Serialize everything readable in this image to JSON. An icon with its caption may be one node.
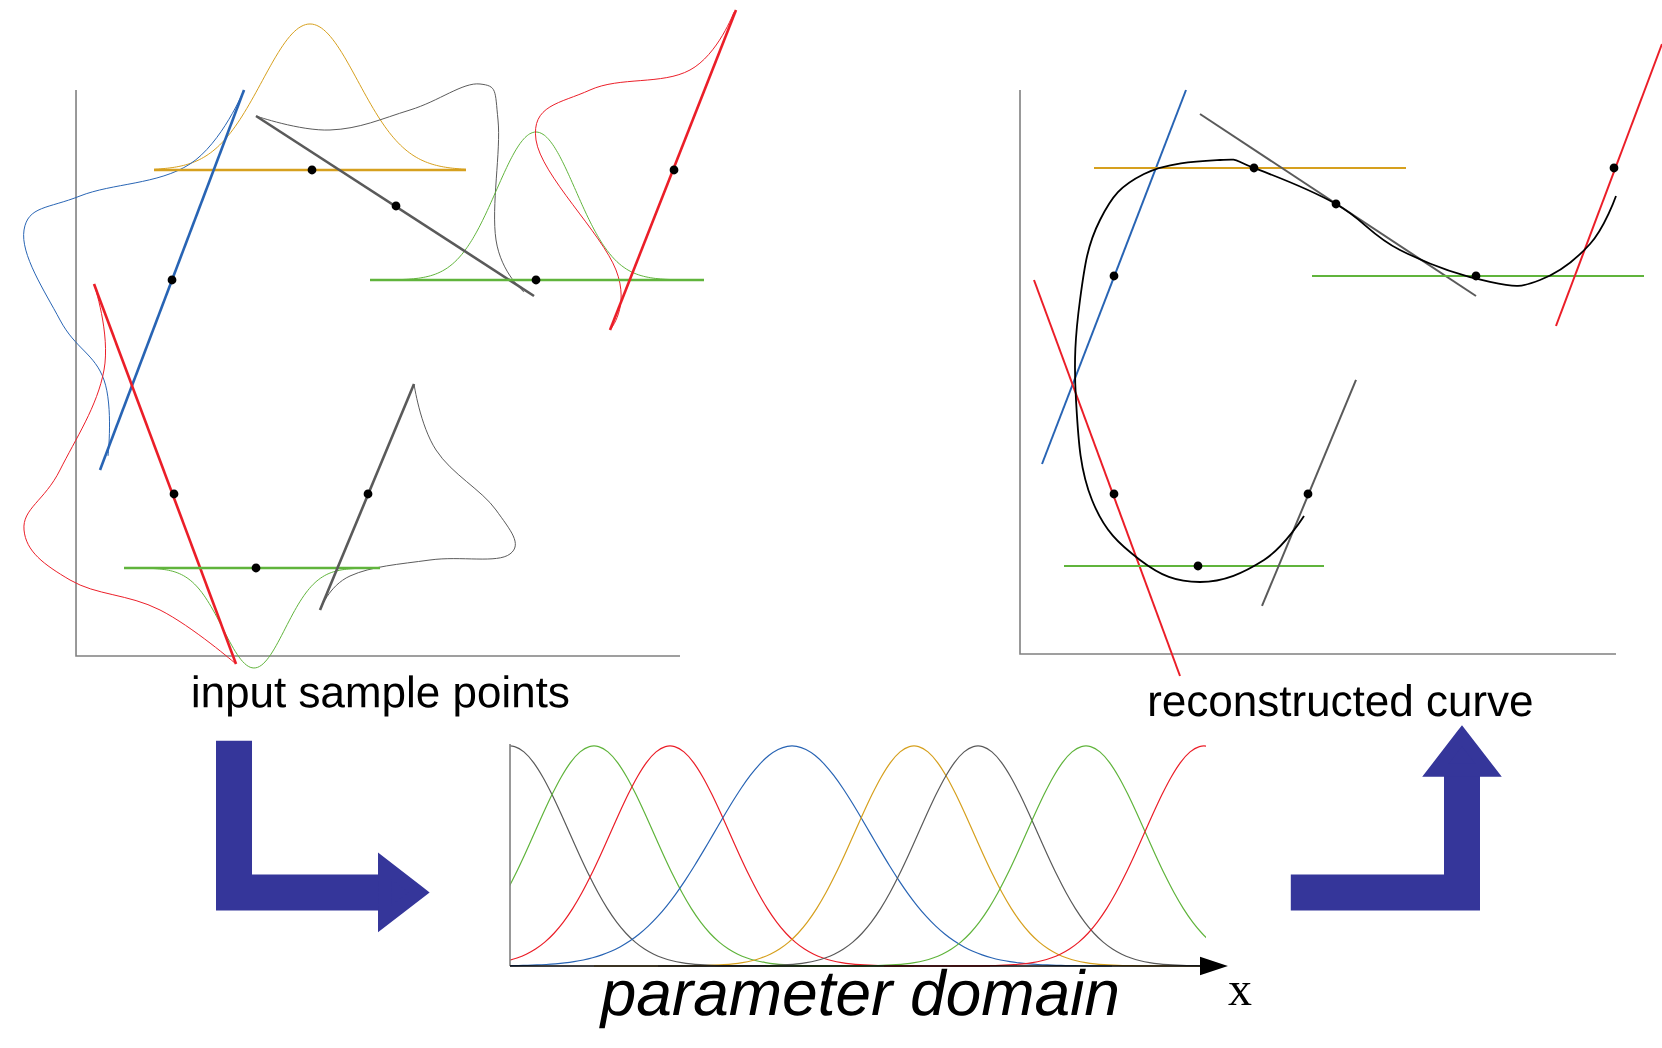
{
  "diagram": {
    "nodes": [
      {
        "text": [
          "input sample points"
        ]
      },
      {
        "text": [
          "parameter domain"
        ]
      },
      {
        "text": [
          "reconstructed curve"
        ]
      }
    ],
    "edges": [
      {
        "from": 0,
        "to": 1,
        "arrow": "to"
      },
      {
        "from": 1,
        "to": 2,
        "arrow": "to"
      }
    ],
    "labels": [
      "x"
    ]
  }
}
